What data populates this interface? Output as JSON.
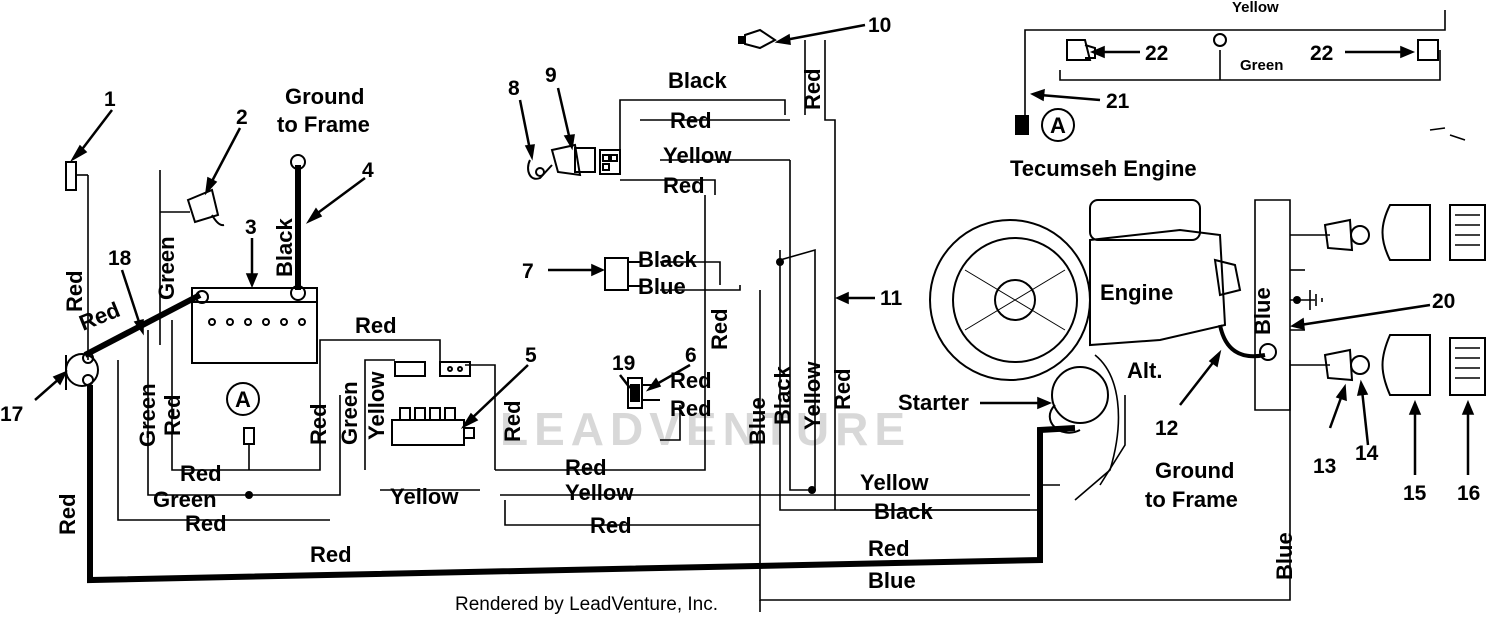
{
  "title": "",
  "labels": {
    "ground_to_frame_top": [
      "Ground",
      "to Frame"
    ],
    "ground_to_frame_right": [
      "Ground",
      "to Frame"
    ],
    "tecumseh_engine": "Tecumseh Engine",
    "engine": "Engine",
    "starter": "Starter",
    "alt": "Alt.",
    "connector_a": "A"
  },
  "parts": [
    "1",
    "2",
    "3",
    "4",
    "5",
    "6",
    "7",
    "8",
    "9",
    "10",
    "11",
    "12",
    "13",
    "14",
    "15",
    "16",
    "17",
    "18",
    "19",
    "20",
    "21",
    "22",
    "22"
  ],
  "wire_labels": {
    "red": "Red",
    "black": "Black",
    "green": "Green",
    "yellow": "Yellow",
    "blue": "Blue"
  },
  "footer": "Rendered by LeadVenture, Inc.",
  "watermark": "LEADVENTURE"
}
